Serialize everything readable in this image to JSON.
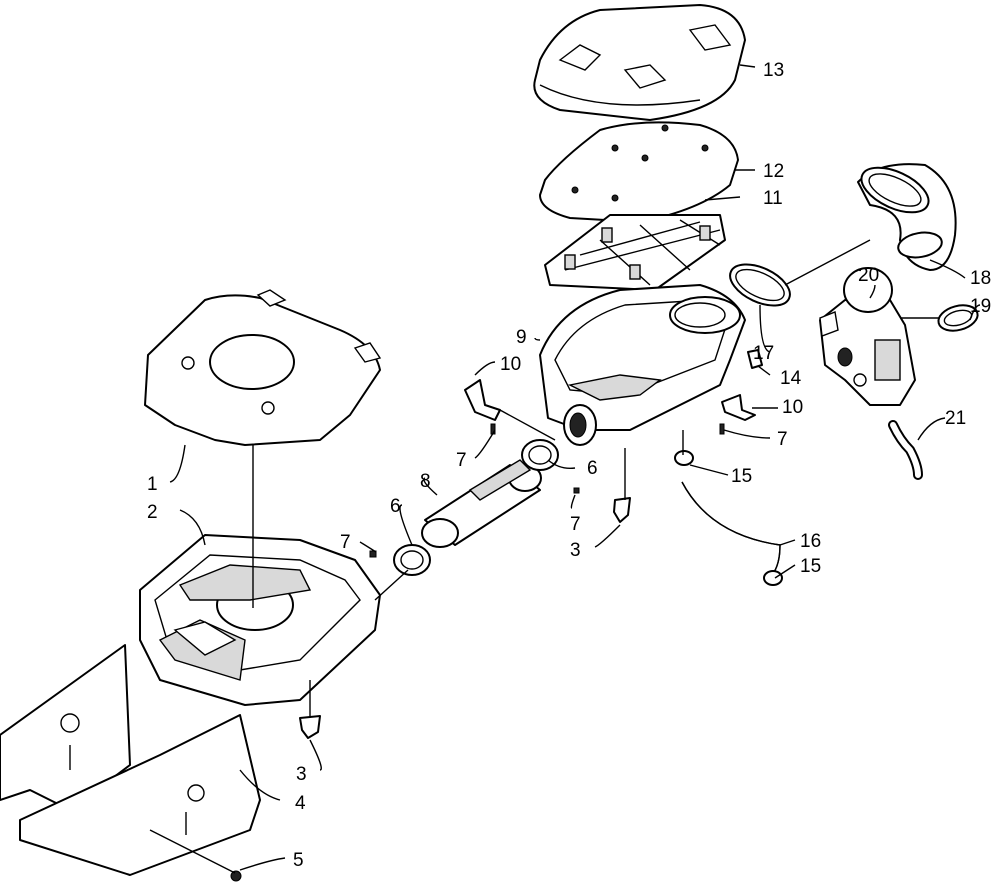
{
  "diagram": {
    "callouts": [
      {
        "id": "c1",
        "text": "1"
      },
      {
        "id": "c2",
        "text": "2"
      },
      {
        "id": "c3a",
        "text": "3"
      },
      {
        "id": "c3b",
        "text": "3"
      },
      {
        "id": "c4",
        "text": "4"
      },
      {
        "id": "c5",
        "text": "5"
      },
      {
        "id": "c6a",
        "text": "6"
      },
      {
        "id": "c6b",
        "text": "6"
      },
      {
        "id": "c7a",
        "text": "7"
      },
      {
        "id": "c7b",
        "text": "7"
      },
      {
        "id": "c7c",
        "text": "7"
      },
      {
        "id": "c8",
        "text": "8"
      },
      {
        "id": "c9",
        "text": "9"
      },
      {
        "id": "c10a",
        "text": "10"
      },
      {
        "id": "c10b",
        "text": "10"
      },
      {
        "id": "c11",
        "text": "11"
      },
      {
        "id": "c12",
        "text": "12"
      },
      {
        "id": "c13",
        "text": "13"
      },
      {
        "id": "c14",
        "text": "14"
      },
      {
        "id": "c15a",
        "text": "15"
      },
      {
        "id": "c15b",
        "text": "15"
      },
      {
        "id": "c16",
        "text": "16"
      },
      {
        "id": "c17",
        "text": "17"
      },
      {
        "id": "c18",
        "text": "18"
      },
      {
        "id": "c19",
        "text": "19"
      },
      {
        "id": "c20",
        "text": "20"
      },
      {
        "id": "c21",
        "text": "21"
      }
    ]
  }
}
